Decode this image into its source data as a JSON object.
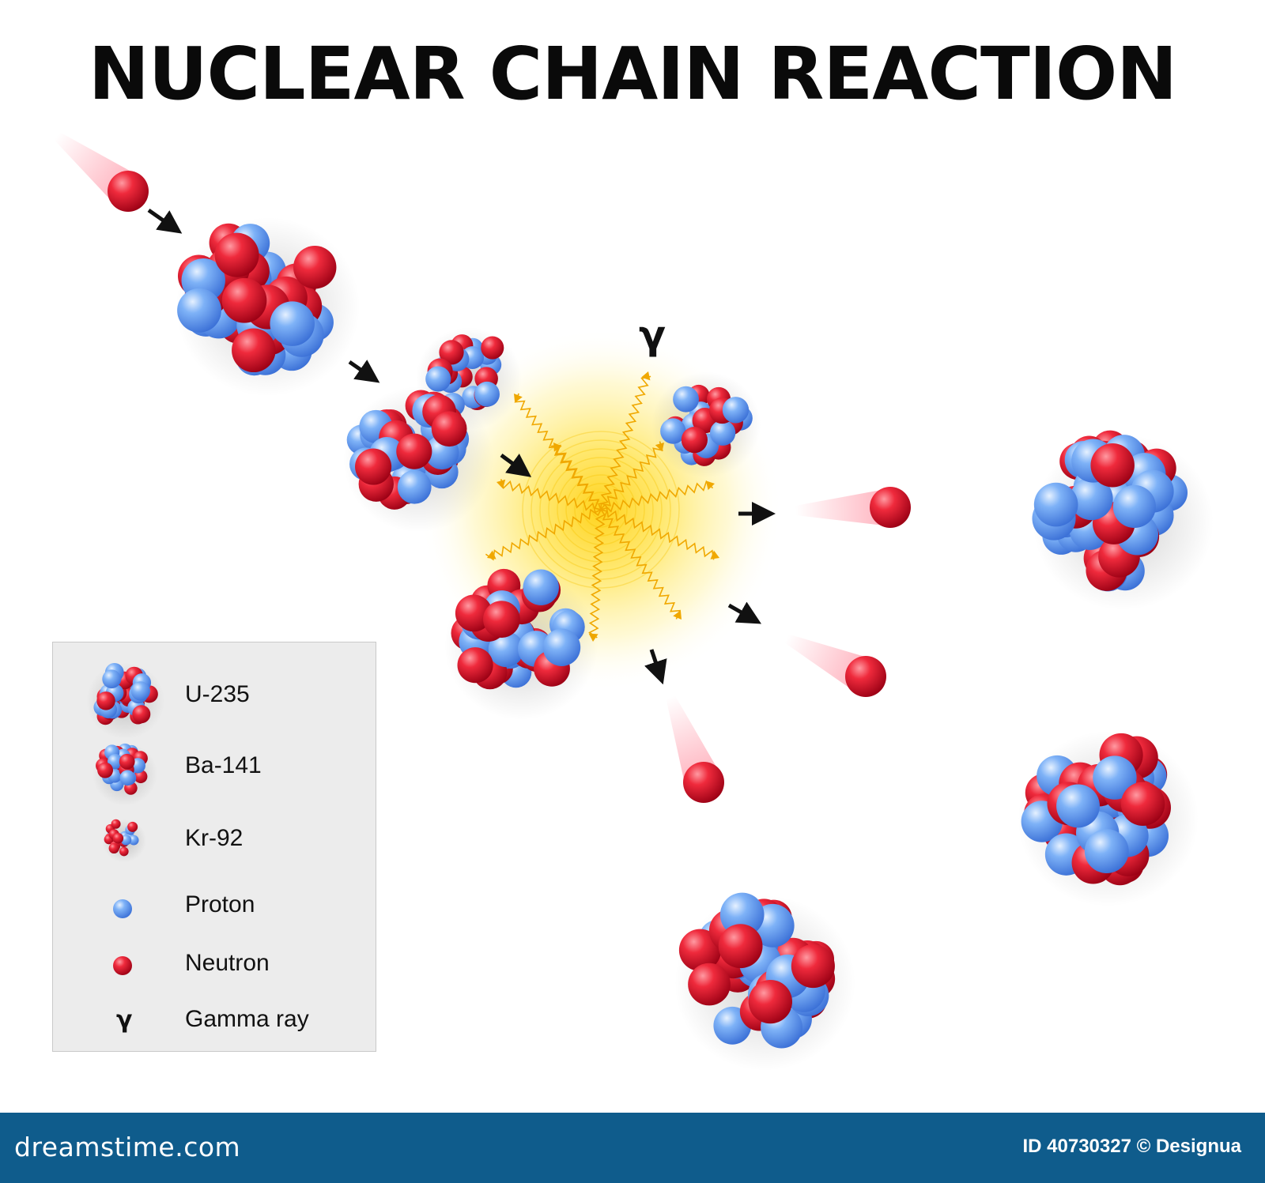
{
  "title": "NUCLEAR CHAIN REACTION",
  "gamma_symbol": "γ",
  "legend": {
    "items": [
      {
        "label": "U-235",
        "icon": "u235-nucleus-icon"
      },
      {
        "label": "Ba-141",
        "icon": "ba141-nucleus-icon"
      },
      {
        "label": "Kr-92",
        "icon": "kr92-nucleus-icon"
      },
      {
        "label": "Proton",
        "icon": "proton-icon"
      },
      {
        "label": "Neutron",
        "icon": "neutron-icon"
      },
      {
        "label": "Gamma ray",
        "icon": "gamma-ray-icon"
      }
    ]
  },
  "footer": {
    "site": "dreamstime.com",
    "id_credit": "ID 40730327 © Designua"
  },
  "colors": {
    "neutron": "#e0182d",
    "proton": "#5b9cf2",
    "energy": "#ffd21a",
    "footer_bg": "#0f5c8c"
  }
}
